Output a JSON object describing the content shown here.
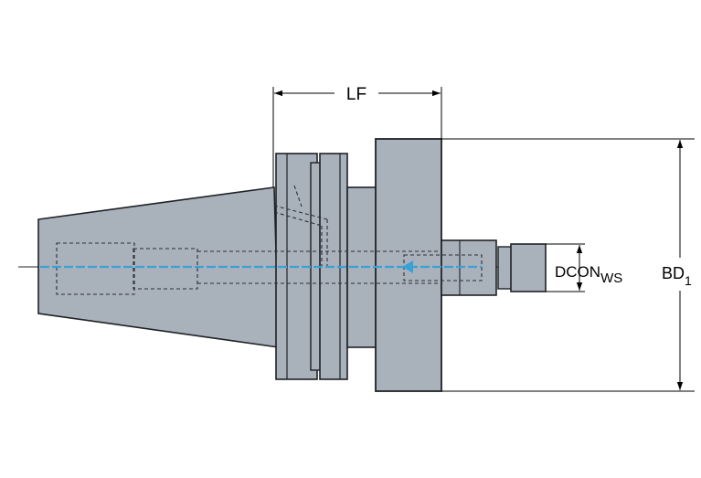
{
  "colors": {
    "body_fill": "#a9b1bb",
    "outline": "#1e2226",
    "hidden_line": "#2a2f36",
    "coolant_channel": "#3aa0d8",
    "dimension_line": "#000000",
    "background": "#ffffff"
  },
  "dimensions": {
    "lf": "LF",
    "dcon_main": "DCON",
    "dcon_sub": "WS",
    "bd_main": "BD",
    "bd_sub": "1"
  }
}
